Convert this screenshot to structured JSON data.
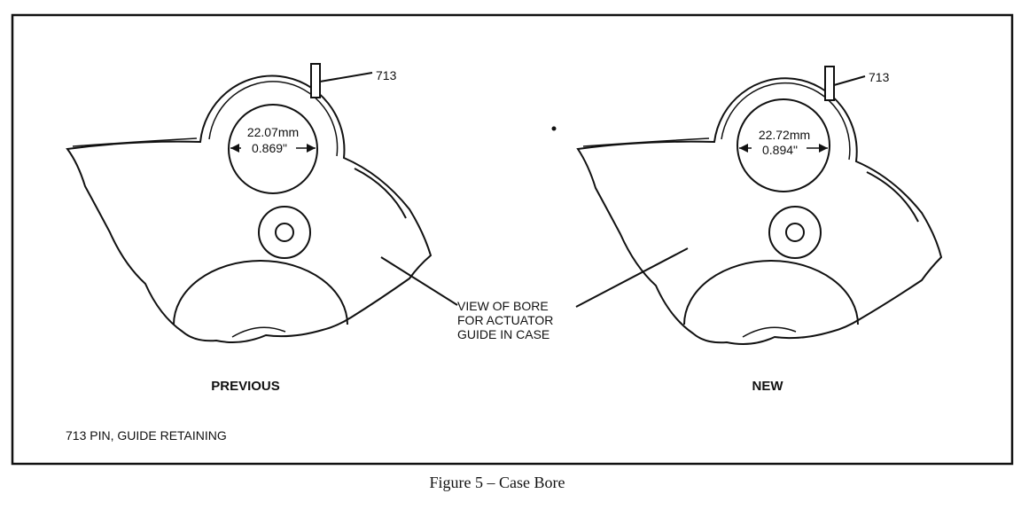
{
  "figure": {
    "caption": "Figure 5 – Case Bore",
    "legend": "713 PIN, GUIDE RETAINING",
    "callout": {
      "line1": "VIEW OF BORE",
      "line2": "FOR ACTUATOR",
      "line3": "GUIDE IN CASE"
    },
    "previous": {
      "label": "PREVIOUS",
      "part_number": "713",
      "bore_mm": "22.07mm",
      "bore_in": "0.869\""
    },
    "new": {
      "label": "NEW",
      "part_number": "713",
      "bore_mm": "22.72mm",
      "bore_in": "0.894\""
    }
  }
}
